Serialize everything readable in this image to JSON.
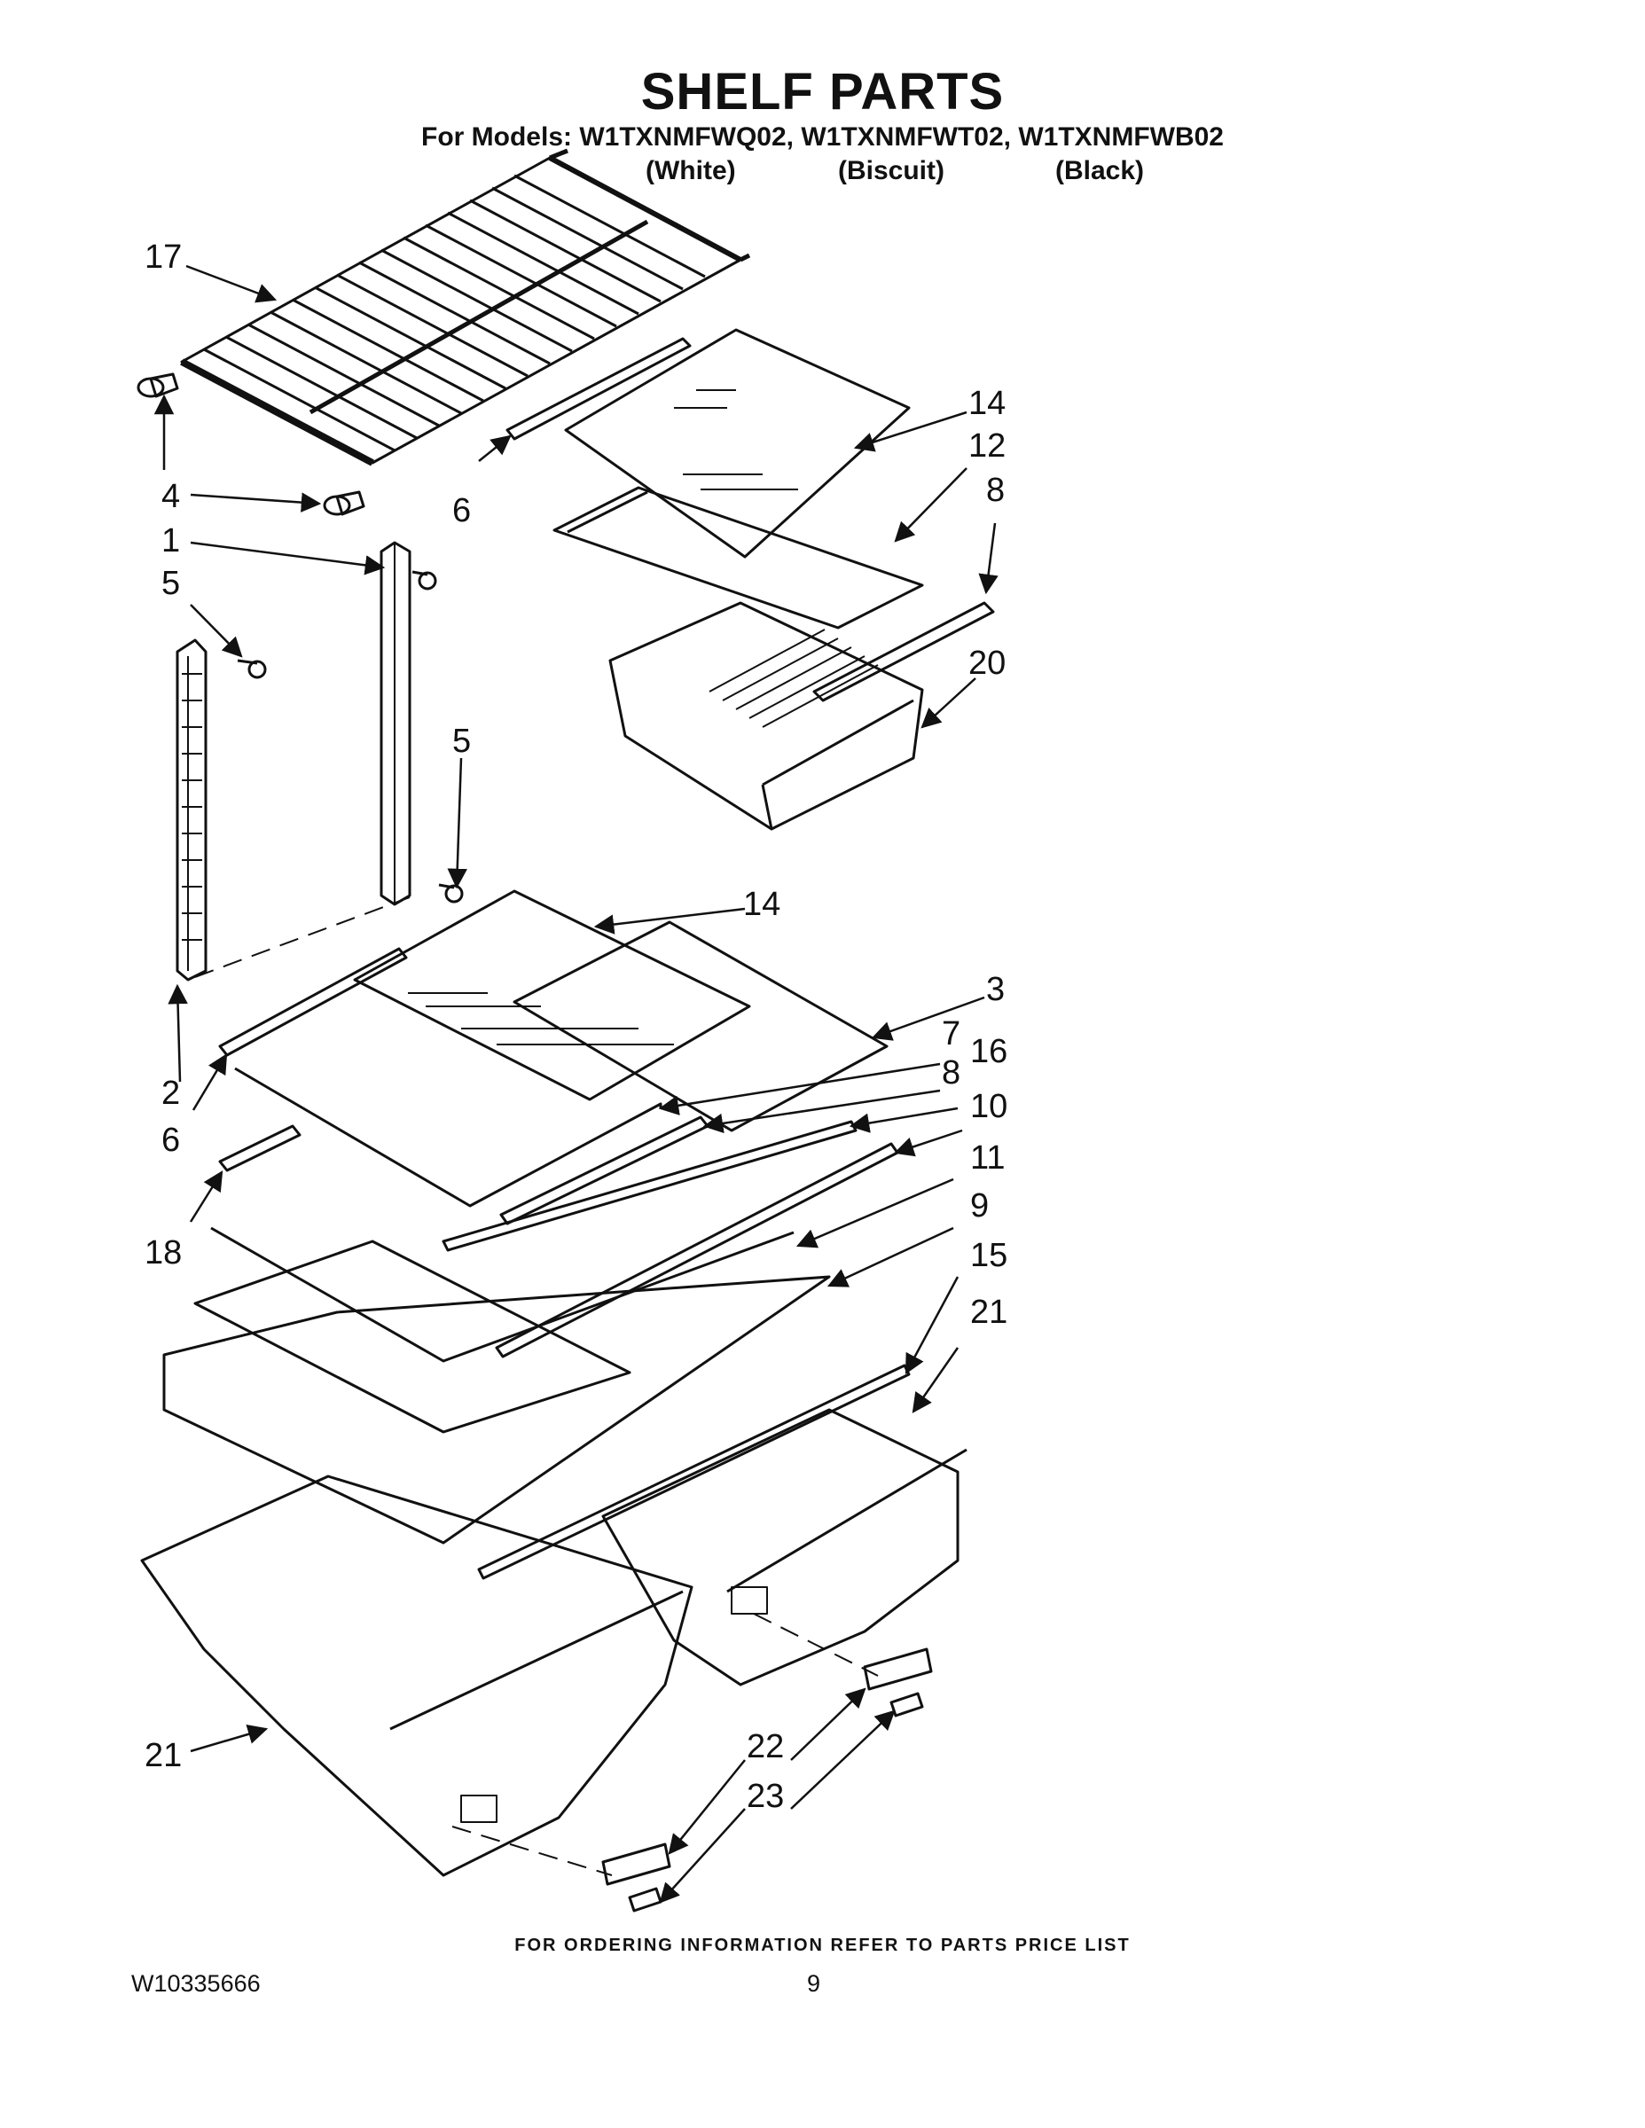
{
  "title": "SHELF PARTS",
  "models_line": "For Models: W1TXNMFWQ02, W1TXNMFWT02, W1TXNMFWB02",
  "variants": [
    "(White)",
    "(Biscuit)",
    "(Black)"
  ],
  "callouts": [
    "17",
    "4",
    "4",
    "1",
    "5",
    "5",
    "5",
    "6",
    "14",
    "12",
    "8",
    "20",
    "14",
    "3",
    "7",
    "8",
    "16",
    "10",
    "11",
    "9",
    "15",
    "21",
    "2",
    "6",
    "18",
    "21",
    "22",
    "23"
  ],
  "footer_note": "FOR ORDERING INFORMATION REFER TO PARTS PRICE LIST",
  "doc_number": "W10335666",
  "page_number": "9"
}
